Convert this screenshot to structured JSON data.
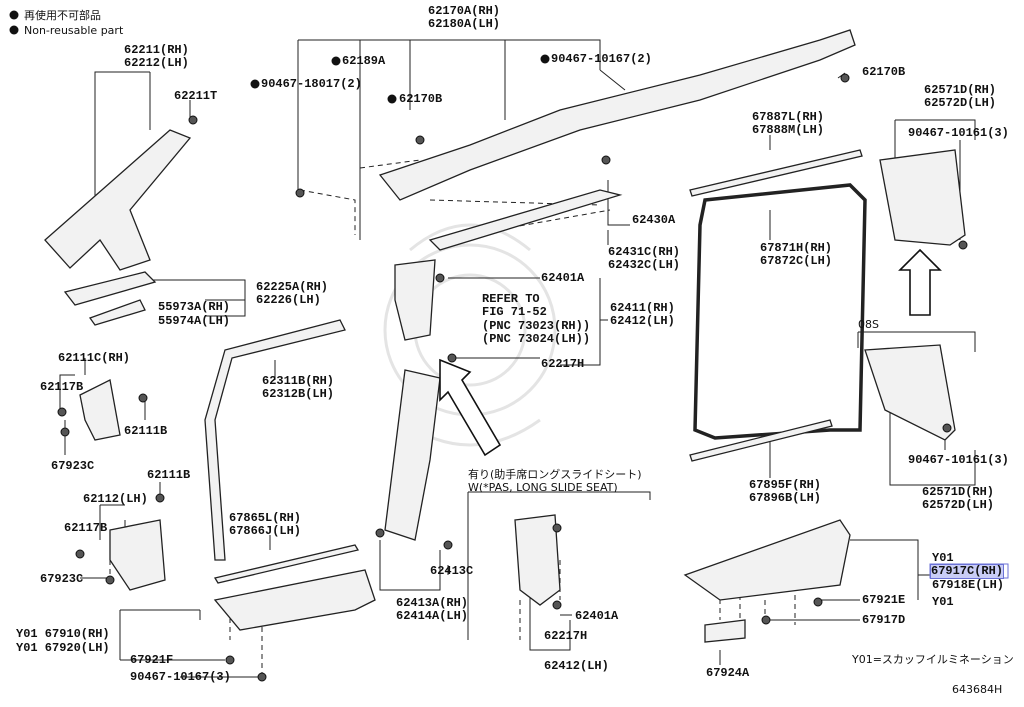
{
  "legend": {
    "jp": "再使用不可部品",
    "en": "Non-reusable part"
  },
  "labels": {
    "a1": "62211(RH)",
    "a2": "62212(LH)",
    "a3": "62211T",
    "b1": "62170A(RH)",
    "b2": "62180A(LH)",
    "b3": "62189A",
    "b4": "90467-18017(2)",
    "b5": "62170B",
    "b6": "90467-10167(2)",
    "b7": "62170B",
    "b8": "62430A",
    "b9": "62431C(RH)",
    "b10": "62432C(LH)",
    "c1": "62225A(RH)",
    "c2": "62226(LH)",
    "c3": "55973A(RH)",
    "c4": "55974A(LH)",
    "d1": "62401A",
    "d2": "REFER TO",
    "d3": "FIG 71-52",
    "d4": "(PNC 73023(RH))",
    "d5": "(PNC 73024(LH))",
    "d6": "62411(RH)",
    "d7": "62412(LH)",
    "d8": "62217H",
    "e1": "62111C(RH)",
    "e2": "62117B",
    "e3": "62111B",
    "e4": "67923C",
    "e5": "62111B",
    "e6": "62112(LH)",
    "e7": "62117B",
    "e8": "67923C",
    "f1": "62311B(RH)",
    "f2": "62312B(LH)",
    "f3": "67865L(RH)",
    "f4": "67866J(LH)",
    "g1": "62413C",
    "g2": "62413A(RH)",
    "g3": "62414A(LH)",
    "h1": "有り(助手席ロングスライドシート)",
    "h2": "W(*PAS, LONG SLIDE SEAT)",
    "h3": "62401A",
    "h4": "62217H",
    "h5": "62412(LH)",
    "i1": "67887L(RH)",
    "i2": "67888M(LH)",
    "i3": "67871H(RH)",
    "i4": "67872C(LH)",
    "i5": "67895F(RH)",
    "i6": "67896B(LH)",
    "j1": "62571D(RH)",
    "j2": "62572D(LH)",
    "j3": "90467-10161(3)",
    "j4": "08S",
    "j5": "90467-10161(3)",
    "j6": "62571D(RH)",
    "j7": "62572D(LH)",
    "k1": "Y01",
    "k2": "67917C(RH)",
    "k3": "67918E(LH)",
    "k4": "Y01",
    "k5": "67921E",
    "k6": "67917D",
    "k7": "67924A",
    "k8": "Y01=スカッフイルミネーション",
    "l1": "Y01 67910(RH)",
    "l2": "Y01 67920(LH)",
    "l3": "67921F",
    "l4": "90467-10167(3)",
    "ref": "643684H"
  }
}
